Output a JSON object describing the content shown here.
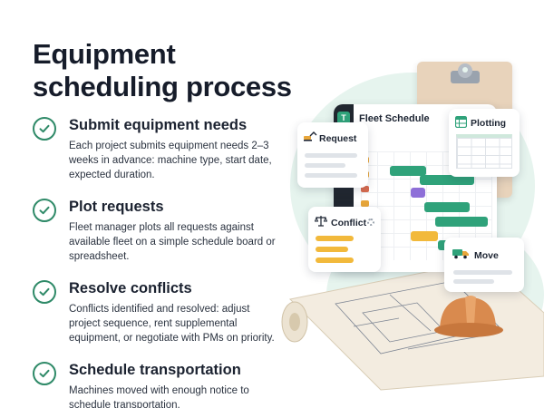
{
  "title": {
    "line1": "Equipment",
    "line2": "scheduling process"
  },
  "steps": [
    {
      "title": "Submit equipment needs",
      "desc": "Each project submits equipment needs 2–3 weeks in advance: machine type, start date, expected duration."
    },
    {
      "title": "Plot requests",
      "desc": "Fleet manager plots all requests against available fleet on a simple schedule board or spreadsheet."
    },
    {
      "title": "Resolve conflicts",
      "desc": "Conflicts identified and resolved: adjust project sequence, rent supplemental equipment, or negotiate with PMs on priority."
    },
    {
      "title": "Schedule transportation",
      "desc": "Machines moved with enough notice to schedule transportation."
    }
  ],
  "illustration": {
    "fleet_title": "Fleet Schedule",
    "request_label": "Request",
    "plotting_label": "Plotting",
    "conflict_label": "Conflict",
    "move_label": "Move",
    "app_logo": "T"
  },
  "colors": {
    "accent": "#2f8a68",
    "green_bar": "#2fa27a",
    "purple_bar": "#8e6fd8",
    "amber_bar": "#f2b93b",
    "hardhat": "#d98a4e"
  }
}
